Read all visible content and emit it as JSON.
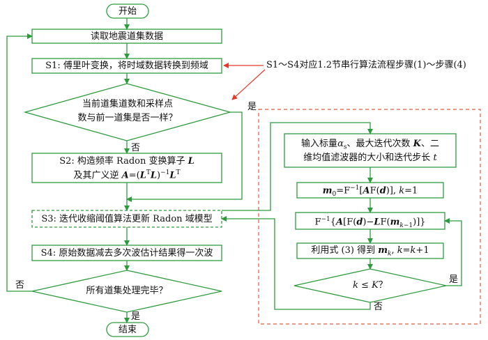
{
  "nodes": {
    "start": "开始",
    "read": "读取地震道集数据",
    "s1": "S1: 傅里叶变换，将时域数据转换到频域",
    "cond1": {
      "line1": "当前道集道数和采样点",
      "line2": "数与前一道集是否一样？"
    },
    "s2": {
      "line1_prefix": "S2: 构造频率 Radon 变换算子",
      "line2_prefix": "及其广义逆"
    },
    "s3": "S3: 迭代收缩阈值算法更新 Radon 域模型",
    "s4": "S4: 原始数据减去多次波估计结果得一次波",
    "cond_all": "所有道集处理完毕？",
    "end": "结束",
    "init": {
      "line1_prefix": "输入标量",
      "line1_mid": "、最大迭代次数",
      "line1_suffix": "、二",
      "line2": "维均值滤波器的大小和迭代步长"
    },
    "iter_text": "利用式 (3) 得到",
    "cond_k": "？"
  },
  "edge_labels": {
    "yes": "是",
    "no": "否"
  },
  "annotation": "S1～S4对应1.2节串行算法流程步骤(1)～步骤(4)",
  "colors": {
    "flow": "#2e9a3e",
    "annotation_arrow": "#e03a2e",
    "group_border": "#e05a3e",
    "text": "#111111"
  }
}
